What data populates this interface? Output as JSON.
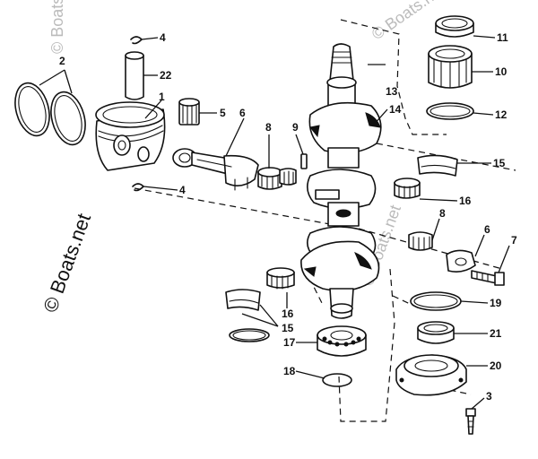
{
  "watermarks": {
    "main": "© Boats.net",
    "faint_1": "© Boats.net",
    "faint_2": "© Boats.net",
    "faint_3": "© Boats.net"
  },
  "callouts": {
    "c1": "1",
    "c2": "2",
    "c3": "3",
    "c4a": "4",
    "c4b": "4",
    "c5": "5",
    "c6a": "6",
    "c6b": "6",
    "c7": "7",
    "c8a": "8",
    "c8b": "8",
    "c9": "9",
    "c10": "10",
    "c11": "11",
    "c12": "12",
    "c13": "13",
    "c14": "14",
    "c15a": "15",
    "c15b": "15",
    "c16a": "16",
    "c16b": "16",
    "c17": "17",
    "c18": "18",
    "c19": "19",
    "c20": "20",
    "c21": "21",
    "c22": "22"
  },
  "colors": {
    "ink": "#111111",
    "paper": "#ffffff"
  }
}
